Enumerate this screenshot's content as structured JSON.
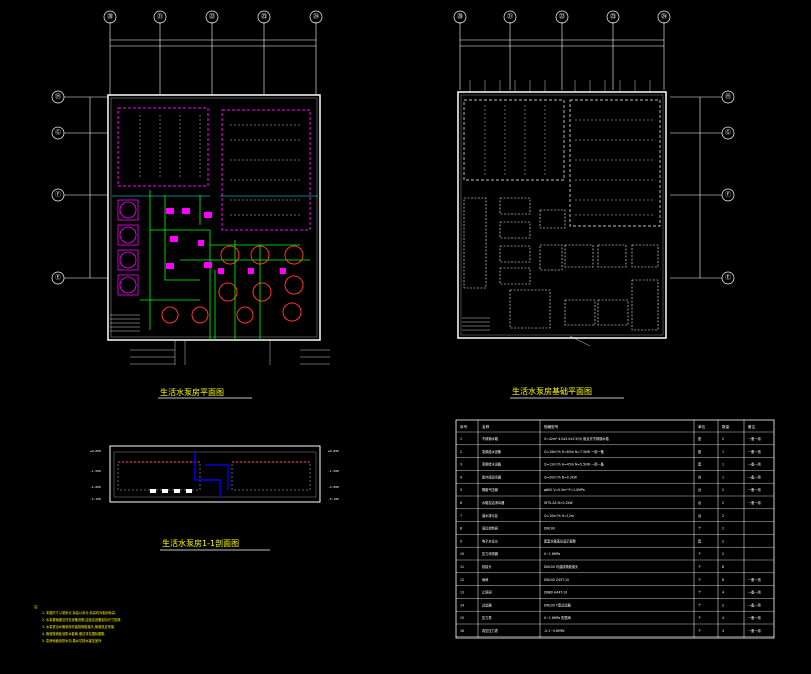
{
  "drawing_titles": {
    "plan": "生活水泵房平面图",
    "foundation": "生活水泵房基础平面图",
    "section": "生活水泵房1-1剖面图"
  },
  "plan_axes": {
    "columns": [
      "⑳",
      "㉑",
      "㉒",
      "㉓",
      "㉔"
    ],
    "rows": [
      "Ⓗ",
      "Ⓖ",
      "Ⓕ",
      "Ⓔ"
    ]
  },
  "notes": {
    "heading": "注:",
    "lines": [
      "1. 本图尺寸以毫米计,标高以米计,标高均为相对标高.",
      "2. 水泵基础做法详见设备说明,应结合设备实际尺寸复核.",
      "3. 水泵进出水管采用可曲挠橡胶接头,管道设支吊架.",
      "4. 管道穿墙处设防水套管,做法详见国标图集.",
      "5. 泵房地面设排水沟,集水坑排水接至室外."
    ]
  },
  "equipment_table": {
    "headers": [
      "序号",
      "名称",
      "规格型号",
      "单位",
      "数量",
      "备注"
    ],
    "rows": [
      [
        "1",
        "不锈钢水箱",
        "V=42m³ 4.0x3.0x3.5(H) 组合式不锈钢水箱",
        "座",
        "2",
        "一备一用"
      ],
      [
        "2",
        "变频给水设备",
        "Q=18m³/h H=65m N=7.5kW 一用一备",
        "套",
        "1",
        "一备一用"
      ],
      [
        "3",
        "变频给水设备",
        "Q=12m³/h H=45m N=5.5kW 一用一备",
        "套",
        "1",
        "一备一用"
      ],
      [
        "4",
        "紫外线消毒器",
        "Q=30m³/h N=0.3kW",
        "台",
        "1",
        "一备一用"
      ],
      [
        "5",
        "隔膜气压罐",
        "φ800 V=0.5m³ P=1.0MPa",
        "台",
        "2",
        "一备一用"
      ],
      [
        "6",
        "水箱自洁消毒器",
        "WTS-2A N=0.2kW",
        "台",
        "2",
        "一备一用"
      ],
      [
        "7",
        "潜水排污泵",
        "Q=10m³/h H=12m",
        "台",
        "2",
        ""
      ],
      [
        "8",
        "液位控制阀",
        "DN100",
        "个",
        "2",
        ""
      ],
      [
        "9",
        "电子水位仪",
        "配套水箱液位显示报警",
        "套",
        "2",
        ""
      ],
      [
        "10",
        "压力传感器",
        "0~1.6MPa",
        "个",
        "2",
        ""
      ],
      [
        "11",
        "软接头",
        "DN100 可曲挠橡胶接头",
        "个",
        "8",
        ""
      ],
      [
        "12",
        "闸阀",
        "DN100 Z45T-10",
        "个",
        "6",
        "一备一用"
      ],
      [
        "13",
        "止回阀",
        "DN80 H44T-10",
        "个",
        "4",
        "一备一用"
      ],
      [
        "14",
        "过滤器",
        "DN100 Y型过滤器",
        "个",
        "2",
        "一备一用"
      ],
      [
        "15",
        "压力表",
        "0~1.6MPa 配表阀",
        "个",
        "4",
        "一备一用"
      ],
      [
        "16",
        "真空压力表",
        "-0.1~0.6MPa",
        "个",
        "4",
        "一备一用"
      ]
    ]
  },
  "section_levels": [
    "±0.000",
    "-1.500",
    "-4.800",
    "-5.100"
  ],
  "colors": {
    "background": "#000000",
    "wall": "#ffffff",
    "title": "#ffff00",
    "magenta": "#ff00ff",
    "green": "#00ff00",
    "red": "#ff0000",
    "blue": "#0000ff",
    "cyan": "#00ffff"
  }
}
